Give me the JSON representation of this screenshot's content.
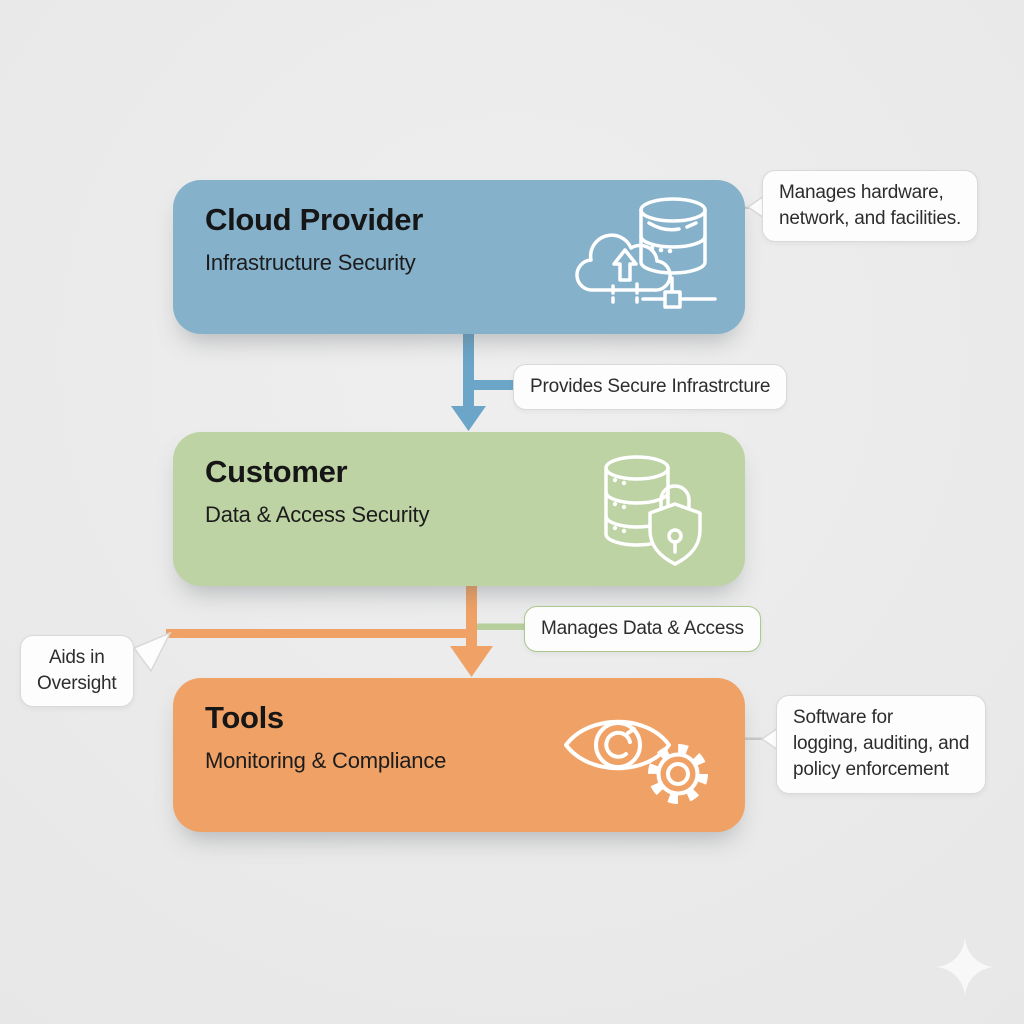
{
  "diagram": {
    "title_context": "Cloud security shared responsibility diagram",
    "boxes": [
      {
        "id": "cloud-provider",
        "title": "Cloud Provider",
        "subtitle": "Infrastructure Security",
        "color": "#85b1ca",
        "icon": "cloud-upload-server-icon"
      },
      {
        "id": "customer",
        "title": "Customer",
        "subtitle": "Data & Access Security",
        "color": "#bed3a4",
        "icon": "database-shield-lock-icon"
      },
      {
        "id": "tools",
        "title": "Tools",
        "subtitle": "Monitoring & Compliance",
        "color": "#f0a266",
        "icon": "eye-gear-icon"
      }
    ],
    "callouts": [
      {
        "id": "manages-hardware",
        "text": "Manages hardware,\nnetwork, and facilities."
      },
      {
        "id": "provides-secure-infrastructure",
        "text": "Provides Secure Infrastrcture"
      },
      {
        "id": "manages-data-access",
        "text": "Manages Data & Access"
      },
      {
        "id": "aids-in-oversight",
        "text": "Aids in\nOversight"
      },
      {
        "id": "software-for-logging",
        "text": "Software for\nlogging, auditing, and\npolicy enforcement"
      }
    ],
    "colors": {
      "background": "#ebebeb",
      "arrow_blue": "#6ba5c7",
      "arrow_orange": "#f0a266",
      "connector_green": "#b7cf9c",
      "connector_gray": "#c9c9c9",
      "dot_gray": "#b5b5b5",
      "bubble_border": "#d9d9d9",
      "bubble_border_green": "#abc88d"
    }
  }
}
